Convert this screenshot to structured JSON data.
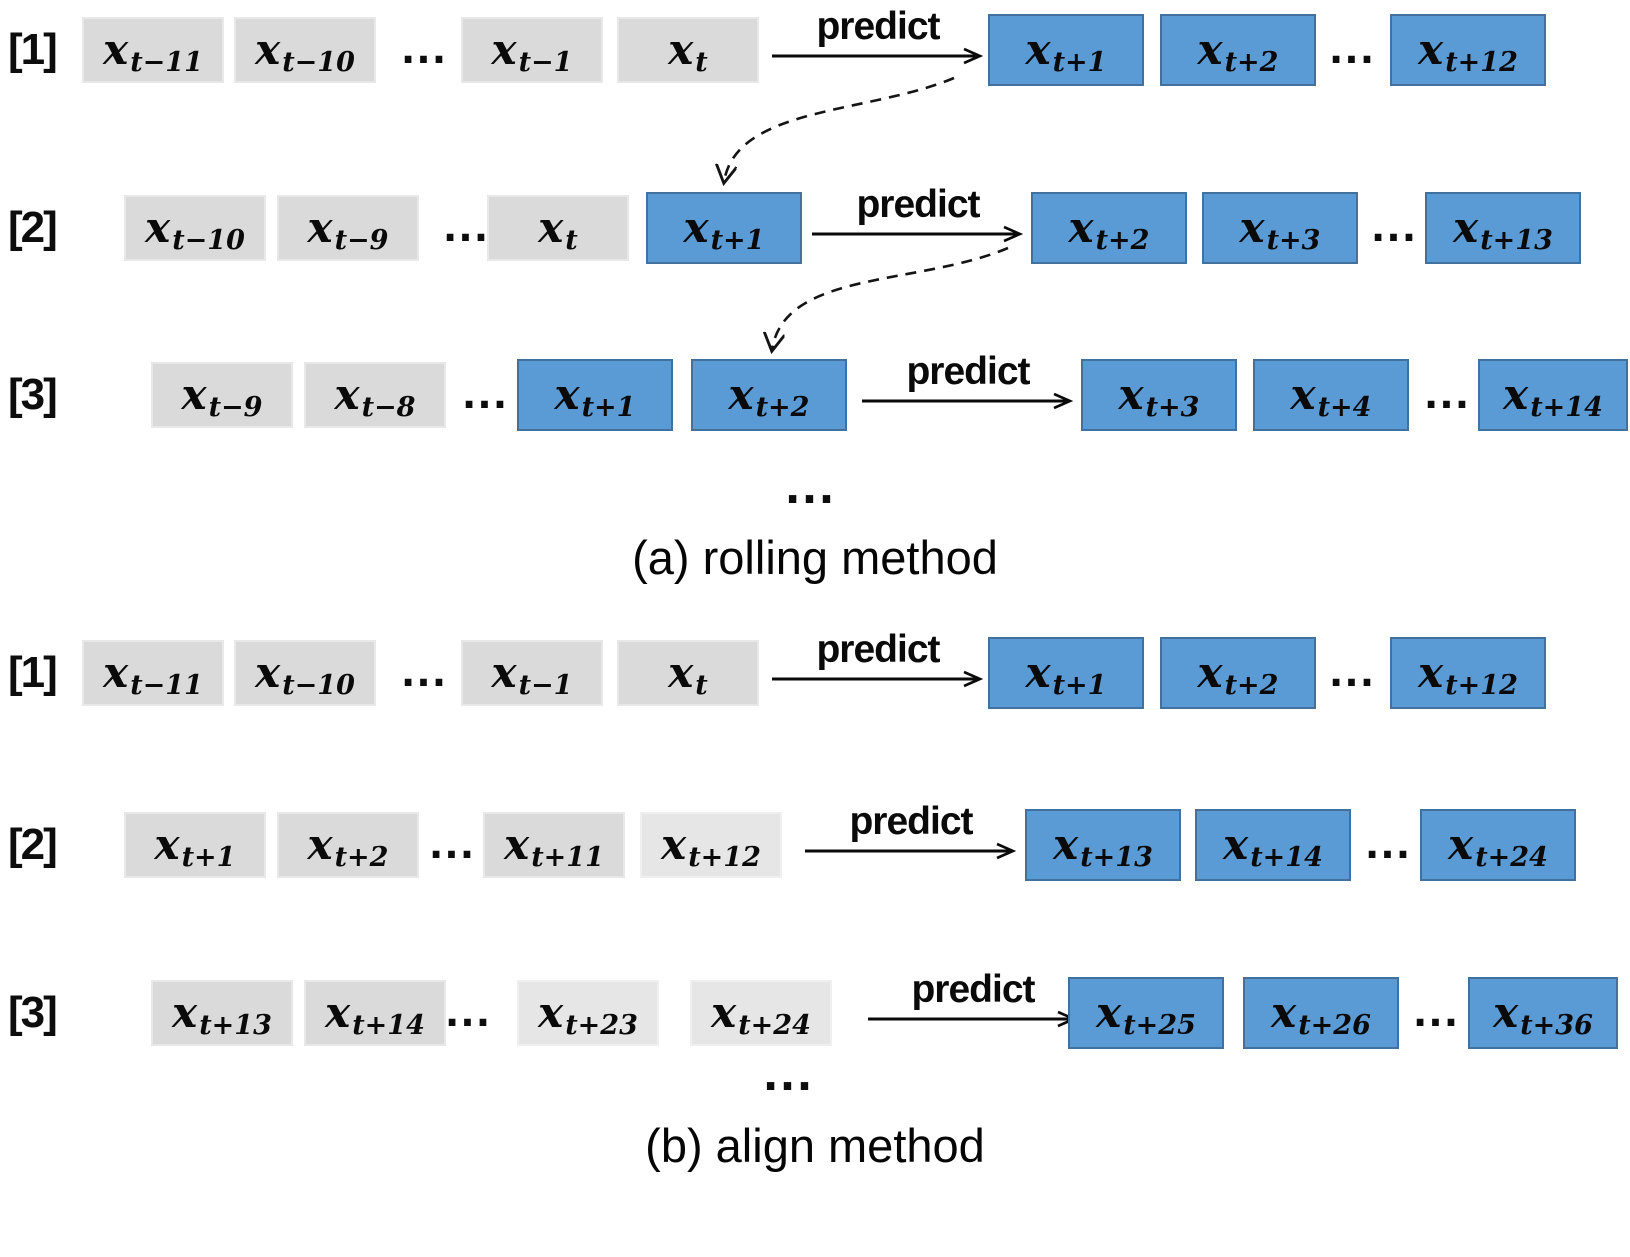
{
  "fig": {
    "colors": {
      "input_box_fill": "#DADADA",
      "input_box_fill_light": "#E6E6E6",
      "predicted_box_fill": "#5B9BD5",
      "predicted_box_border": "#41719C",
      "text": "#0a0a0a"
    },
    "sections": [
      {
        "id": "a",
        "caption": "(a) rolling method",
        "ellipsis": "...",
        "rows": [
          {
            "label": "[1]",
            "predict": "predict",
            "in1": {
              "base": "x",
              "sub": "t−11",
              "state": "gray"
            },
            "in2": {
              "base": "x",
              "sub": "t−10",
              "state": "gray"
            },
            "in_dots": "...",
            "in3": {
              "base": "x",
              "sub": "t−1",
              "state": "gray"
            },
            "in4": {
              "base": "x",
              "sub": "t",
              "state": "gray"
            },
            "out1": {
              "base": "x",
              "sub": "t+1",
              "state": "blue"
            },
            "out2": {
              "base": "x",
              "sub": "t+2",
              "state": "blue"
            },
            "out_dots": "...",
            "out3": {
              "base": "x",
              "sub": "t+12",
              "state": "blue"
            }
          },
          {
            "label": "[2]",
            "predict": "predict",
            "in1": {
              "base": "x",
              "sub": "t−10",
              "state": "gray"
            },
            "in2": {
              "base": "x",
              "sub": "t−9",
              "state": "gray"
            },
            "in_dots": "...",
            "in3": {
              "base": "x",
              "sub": "t",
              "state": "gray"
            },
            "in4": {
              "base": "x",
              "sub": "t+1",
              "state": "blue"
            },
            "out1": {
              "base": "x",
              "sub": "t+2",
              "state": "blue"
            },
            "out2": {
              "base": "x",
              "sub": "t+3",
              "state": "blue"
            },
            "out_dots": "...",
            "out3": {
              "base": "x",
              "sub": "t+13",
              "state": "blue"
            }
          },
          {
            "label": "[3]",
            "predict": "predict",
            "in1": {
              "base": "x",
              "sub": "t−9",
              "state": "gray"
            },
            "in2": {
              "base": "x",
              "sub": "t−8",
              "state": "gray"
            },
            "in_dots": "...",
            "in3": {
              "base": "x",
              "sub": "t+1",
              "state": "blue"
            },
            "in4": {
              "base": "x",
              "sub": "t+2",
              "state": "blue"
            },
            "out1": {
              "base": "x",
              "sub": "t+3",
              "state": "blue"
            },
            "out2": {
              "base": "x",
              "sub": "t+4",
              "state": "blue"
            },
            "out_dots": "...",
            "out3": {
              "base": "x",
              "sub": "t+14",
              "state": "blue"
            }
          }
        ]
      },
      {
        "id": "b",
        "caption": "(b) align method",
        "ellipsis": "...",
        "rows": [
          {
            "label": "[1]",
            "predict": "predict",
            "in1": {
              "base": "x",
              "sub": "t−11",
              "state": "gray"
            },
            "in2": {
              "base": "x",
              "sub": "t−10",
              "state": "gray"
            },
            "in_dots": "...",
            "in3": {
              "base": "x",
              "sub": "t−1",
              "state": "gray"
            },
            "in4": {
              "base": "x",
              "sub": "t",
              "state": "gray"
            },
            "out1": {
              "base": "x",
              "sub": "t+1",
              "state": "blue"
            },
            "out2": {
              "base": "x",
              "sub": "t+2",
              "state": "blue"
            },
            "out_dots": "...",
            "out3": {
              "base": "x",
              "sub": "t+12",
              "state": "blue"
            }
          },
          {
            "label": "[2]",
            "predict": "predict",
            "in1": {
              "base": "x",
              "sub": "t+1",
              "state": "gray"
            },
            "in2": {
              "base": "x",
              "sub": "t+2",
              "state": "gray"
            },
            "in_dots": "...",
            "in3": {
              "base": "x",
              "sub": "t+11",
              "state": "gray"
            },
            "in4": {
              "base": "x",
              "sub": "t+12",
              "state": "lightgray"
            },
            "out1": {
              "base": "x",
              "sub": "t+13",
              "state": "blue"
            },
            "out2": {
              "base": "x",
              "sub": "t+14",
              "state": "blue"
            },
            "out_dots": "...",
            "out3": {
              "base": "x",
              "sub": "t+24",
              "state": "blue"
            }
          },
          {
            "label": "[3]",
            "predict": "predict",
            "in1": {
              "base": "x",
              "sub": "t+13",
              "state": "gray"
            },
            "in2": {
              "base": "x",
              "sub": "t+14",
              "state": "gray"
            },
            "in_dots": "...",
            "in3": {
              "base": "x",
              "sub": "t+23",
              "state": "lightgray"
            },
            "in4": {
              "base": "x",
              "sub": "t+24",
              "state": "lightgray"
            },
            "out1": {
              "base": "x",
              "sub": "t+25",
              "state": "blue"
            },
            "out2": {
              "base": "x",
              "sub": "t+26",
              "state": "blue"
            },
            "out_dots": "...",
            "out3": {
              "base": "x",
              "sub": "t+36",
              "state": "blue"
            }
          }
        ]
      }
    ]
  }
}
